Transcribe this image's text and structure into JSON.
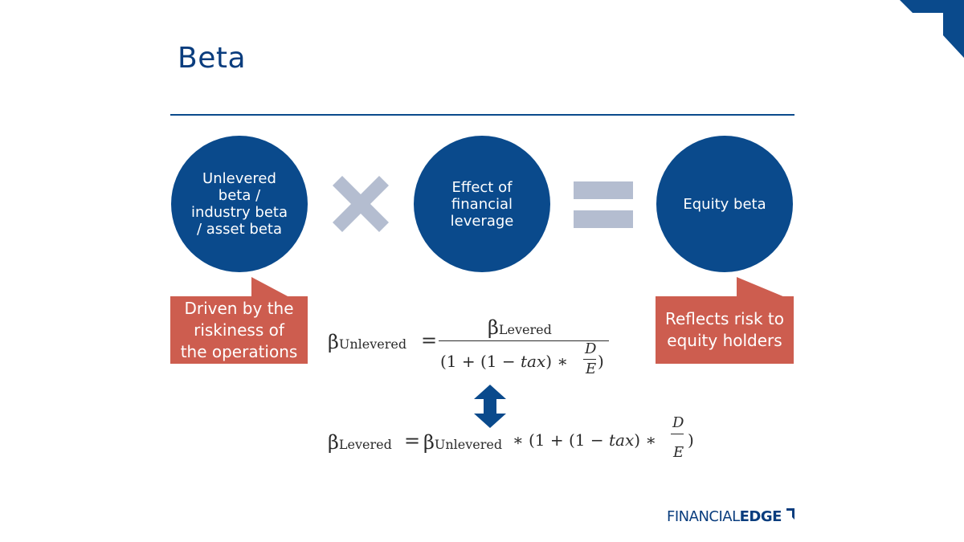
{
  "slide": {
    "title": "Beta",
    "circles": {
      "unlevered": "Unlevered\nbeta /\nindustry beta\n/ asset beta",
      "leverage": "Effect of\nfinancial\nleverage",
      "equity": "Equity beta"
    },
    "operators": {
      "multiply_icon": "multiply-icon",
      "equals_icon": "equals-icon",
      "updown_arrow_icon": "up-down-arrow-icon"
    },
    "callouts": {
      "left": "Driven by the\nriskiness of\nthe operations",
      "right": "Reflects risk to\nequity holders"
    },
    "formula1": {
      "lhs_beta": "β",
      "lhs_sub": "Unlevered",
      "equals": "=",
      "num_beta": "β",
      "num_sub": "Levered",
      "den_prefix": "(1 + (1 − ",
      "den_tax": "tax",
      "den_suffix": ") ∗ ",
      "den_frac_num": "D",
      "den_frac_den": "E",
      "den_close": ")"
    },
    "formula2": {
      "lhs_beta": "β",
      "lhs_sub": "Levered",
      "equals": "=",
      "rhs_beta": "β",
      "rhs_sub": "Unlevered",
      "mult": "∗",
      "paren_prefix": "(1 + (1 − ",
      "tax": "tax",
      "paren_suffix": ") ∗ ",
      "frac_num": "D",
      "frac_den": "E",
      "close": ")"
    },
    "logo": {
      "part1": "FINANCIAL",
      "part2": "EDGE"
    },
    "colors": {
      "brand_blue": "#0a4a8c",
      "callout_red": "#cd5d4f",
      "operator_gray": "#b4bdd0"
    }
  }
}
